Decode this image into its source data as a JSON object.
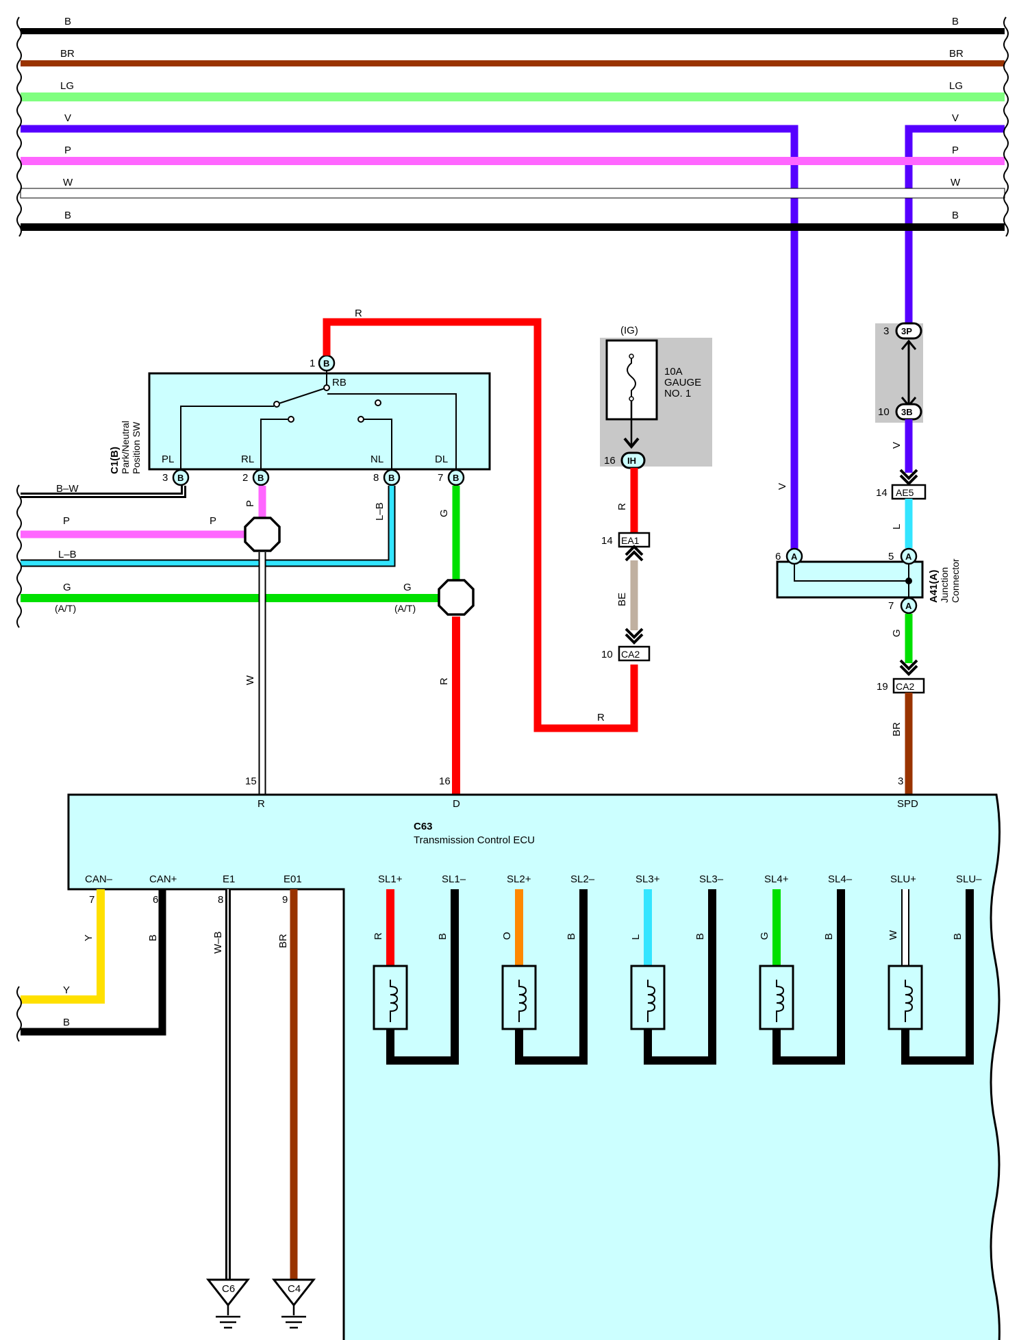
{
  "colors": {
    "B": "#000000",
    "BR": "#993300",
    "LG": "#80ff80",
    "V": "#5500ff",
    "P": "#ff66ff",
    "W": "#ffffff",
    "R": "#ff0000",
    "G": "#00e000",
    "L": "#33e5ff",
    "Y": "#ffe000",
    "O": "#ff8800",
    "BE": "#c0b0a0",
    "box_fill": "#ccffff",
    "fuse_fill": "#c8c8c8"
  },
  "bus_wires": [
    {
      "code": "B",
      "left": "B",
      "right": "B"
    },
    {
      "code": "BR",
      "left": "BR",
      "right": "BR"
    },
    {
      "code": "LG",
      "left": "LG",
      "right": "LG"
    },
    {
      "code": "V",
      "left": "V",
      "right": "V"
    },
    {
      "code": "P",
      "left": "P",
      "right": "P"
    },
    {
      "code": "W",
      "left": "W",
      "right": "W"
    },
    {
      "code": "B",
      "left": "B",
      "right": "B"
    }
  ],
  "park_switch": {
    "id": "C1(B)",
    "name_line1": "Park/Neutral",
    "name_line2": "Position SW",
    "terminals": [
      "PL",
      "RL",
      "NL",
      "DL"
    ],
    "rb": "RB",
    "top_pin": "1",
    "pins": [
      "3",
      "2",
      "8",
      "7"
    ],
    "conn_letter": "B"
  },
  "left_wires": [
    {
      "code": "B–W"
    },
    {
      "code": "P",
      "mid": "P"
    },
    {
      "code": "L–B"
    },
    {
      "code": "G",
      "mid": "G",
      "note": "(A/T)",
      "note2": "(A/T)"
    }
  ],
  "wire_labels": {
    "r_top": "R",
    "p_vert": "P",
    "lb_vert": "L–B",
    "g_vert": "G",
    "w_vert": "W",
    "r_vert": "R",
    "r_fuse": "R",
    "be": "BE",
    "r_bottom": "R",
    "v_joint": "V",
    "v_right": "V",
    "l_right": "L",
    "g_right": "G",
    "br_right": "BR"
  },
  "fuse": {
    "ig": "(IG)",
    "line1": "10A",
    "line2": "GAUGE",
    "line3": "NO. 1",
    "pin": "16",
    "conn": "IH"
  },
  "connectors": {
    "ea1_pin": "14",
    "ea1": "EA1",
    "ca2a_pin": "10",
    "ca2a": "CA2",
    "p3": "3",
    "c3p": "3P",
    "p10": "10",
    "c3b": "3B",
    "ae5_pin": "14",
    "ae5": "AE5",
    "ca2b_pin": "19",
    "ca2b": "CA2"
  },
  "junction": {
    "id": "A41(A)",
    "name_line1": "Junction",
    "name_line2": "Connector",
    "letter": "A",
    "pin_left": "6",
    "pin_top": "5",
    "pin_bottom": "7"
  },
  "ecu": {
    "id": "C63",
    "name": "Transmission Control ECU",
    "top_terminals": [
      {
        "pin": "15",
        "name": "R"
      },
      {
        "pin": "16",
        "name": "D"
      },
      {
        "pin": "3",
        "name": "SPD"
      }
    ],
    "bottom_terminals": [
      {
        "pin": "7",
        "name": "CAN–",
        "wire": "Y"
      },
      {
        "pin": "6",
        "name": "CAN+",
        "wire": "B"
      },
      {
        "pin": "8",
        "name": "E1",
        "wire": "W–B"
      },
      {
        "pin": "9",
        "name": "E01",
        "wire": "BR"
      }
    ],
    "solenoids": [
      {
        "pos": "SL1+",
        "neg": "SL1–",
        "pos_wire": "R",
        "neg_wire": "B"
      },
      {
        "pos": "SL2+",
        "neg": "SL2–",
        "pos_wire": "O",
        "neg_wire": "B"
      },
      {
        "pos": "SL3+",
        "neg": "SL3–",
        "pos_wire": "L",
        "neg_wire": "B"
      },
      {
        "pos": "SL4+",
        "neg": "SL4–",
        "pos_wire": "G",
        "neg_wire": "B"
      },
      {
        "pos": "SLU+",
        "neg": "SLU–",
        "pos_wire": "W",
        "neg_wire": "B"
      }
    ]
  },
  "can_wires": {
    "y": "Y",
    "b": "B"
  },
  "grounds": [
    "C6",
    "C4"
  ]
}
